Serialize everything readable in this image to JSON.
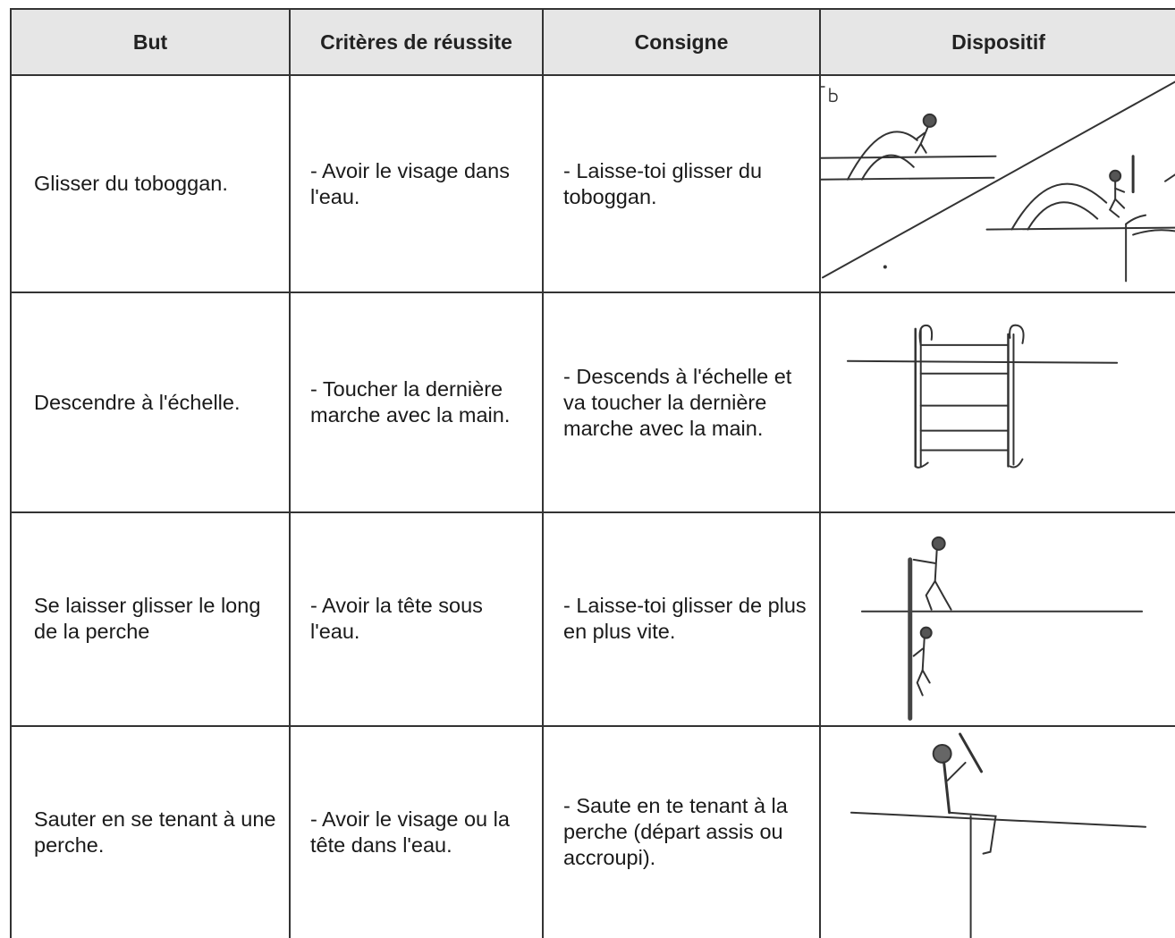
{
  "table": {
    "headers": [
      "But",
      "Critères de réussite",
      "Consigne",
      "Dispositif"
    ],
    "rows": [
      {
        "but": "Glisser du toboggan.",
        "criteres": "- Avoir le visage dans l'eau.",
        "consigne": "- Laisse-toi glisser du toboggan.",
        "dispositif_icon": "slide-sketch-icon"
      },
      {
        "but": "Descendre à l'échelle.",
        "criteres": "- Toucher la dernière marche avec la main.",
        "consigne": "- Descends à l'échelle et va toucher la dernière marche avec la main.",
        "dispositif_icon": "ladder-sketch-icon"
      },
      {
        "but": "Se laisser glisser le long de la perche",
        "criteres": "- Avoir la tête sous l'eau.",
        "consigne": "- Laisse-toi glisser de plus en plus vite.",
        "dispositif_icon": "pole-sketch-icon"
      },
      {
        "but": "Sauter en se tenant à une perche.",
        "criteres": "- Avoir le visage ou la tête dans l'eau.",
        "consigne": "- Saute en te tenant à la perche (départ assis ou accroupi).",
        "dispositif_icon": "jump-sketch-icon"
      }
    ]
  },
  "colors": {
    "header_bg": "#e6e6e6",
    "border": "#333333",
    "text": "#1a1a1a"
  }
}
